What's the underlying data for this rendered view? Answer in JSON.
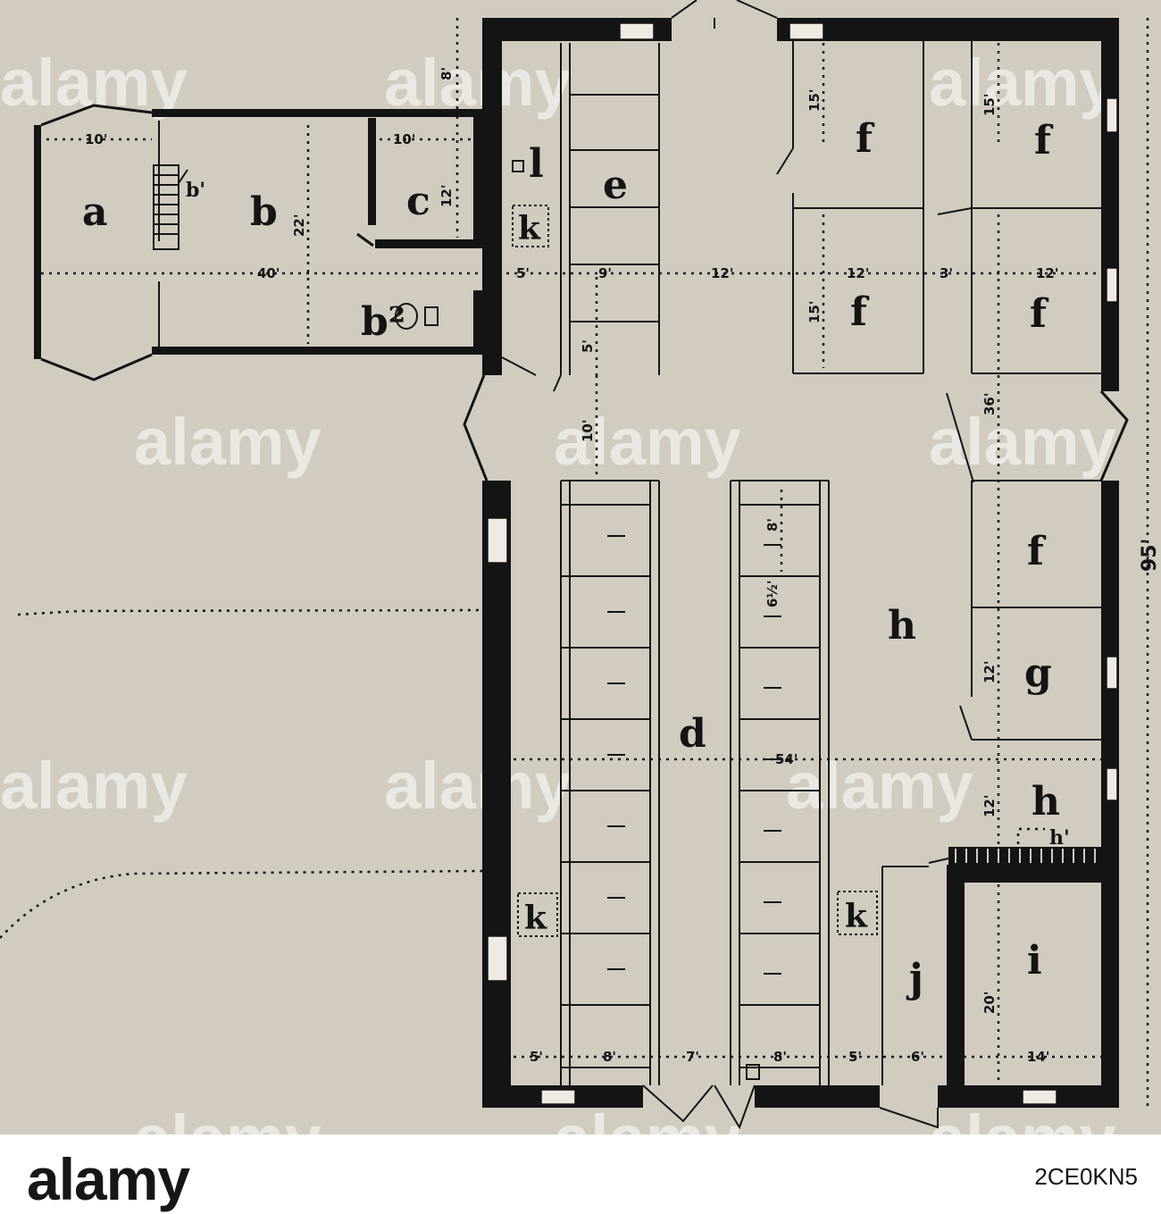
{
  "rooms": {
    "a": "a",
    "b": "b",
    "b1": "b'",
    "b2": "b²",
    "c": "c",
    "d": "d",
    "e": "e",
    "f": "f",
    "g": "g",
    "h": "h",
    "h1": "h'",
    "i": "i",
    "j": "j",
    "k": "k",
    "l": "l"
  },
  "dimensions": {
    "d10_a": "10'",
    "d10_c": "10'",
    "d8_top": "8'",
    "d12_c": "12'",
    "d22": "22'",
    "d40": "40'",
    "d5_e": "5'",
    "d9": "9'",
    "d12_mid": "12'",
    "d12_f": "12'",
    "d3": "3'",
    "d12_right": "12'",
    "d15_top": "15'",
    "d15_right": "15'",
    "d15_f": "15'",
    "d5_stair": "5'",
    "d10_gap": "10'",
    "d36": "36'",
    "d8_stall": "8'",
    "d6half": "6½'",
    "d95": "95'",
    "d12_g": "12'",
    "d54": "54'",
    "d12_h": "12'",
    "d20": "20'",
    "b5_1": "5'",
    "b8_1": "8'",
    "b7": "7'",
    "b8_2": "8'",
    "b5_2": "5'",
    "b6": "6'",
    "b14": "14'"
  },
  "watermark": "alamy",
  "footer": {
    "logo": "alamy",
    "image_id": "2CE0KN5"
  }
}
